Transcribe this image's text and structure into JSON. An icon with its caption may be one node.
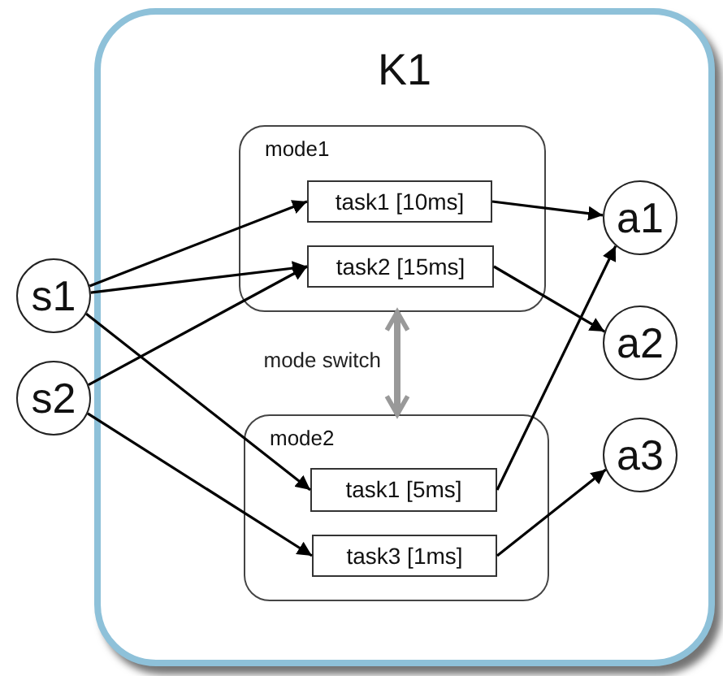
{
  "diagram": {
    "nodes": [
      {
        "text": [
          "K1"
        ]
      },
      {
        "text": [
          "mode1"
        ],
        "in": 0
      },
      {
        "text": [
          "task1 [10ms]"
        ],
        "in": 1
      },
      {
        "text": [
          "task2 [15ms]"
        ],
        "in": 1
      },
      {
        "text": [
          "mode2"
        ],
        "in": 0
      },
      {
        "text": [
          "task1 [5ms]"
        ],
        "in": 4
      },
      {
        "text": [
          "task3 [1ms]"
        ],
        "in": 4
      },
      {
        "text": [
          "s1"
        ]
      },
      {
        "text": [
          "s2"
        ]
      },
      {
        "text": [
          "a1"
        ],
        "in": 0
      },
      {
        "text": [
          "a2"
        ],
        "in": 0
      },
      {
        "text": [
          "a3"
        ],
        "in": 0
      }
    ],
    "edges": [
      {
        "from": 7,
        "to": 2,
        "arrow": "to"
      },
      {
        "from": 7,
        "to": 3,
        "arrow": "to"
      },
      {
        "from": 7,
        "to": 5,
        "arrow": "to"
      },
      {
        "from": 8,
        "to": 3,
        "arrow": "to"
      },
      {
        "from": 8,
        "to": 6,
        "arrow": "to"
      },
      {
        "from": 2,
        "to": 9,
        "arrow": "to"
      },
      {
        "from": 3,
        "to": 10,
        "arrow": "to"
      },
      {
        "from": 5,
        "to": 9,
        "arrow": "to"
      },
      {
        "from": 6,
        "to": 11,
        "arrow": "to"
      },
      {
        "from": 1,
        "to": 4,
        "label": "mode switch",
        "arrow": "both",
        "style": "thick",
        "color": "#999999"
      }
    ]
  }
}
